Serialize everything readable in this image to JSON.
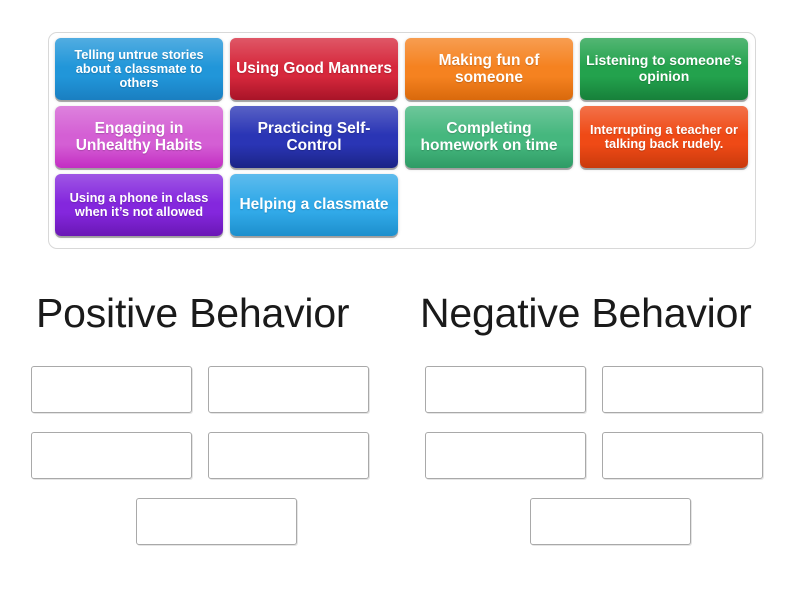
{
  "activity": {
    "type": "group-sort",
    "tray_label": "draggable-tiles-tray"
  },
  "tiles": [
    {
      "id": "tile-1",
      "text": "Telling untrue stories about a classmate to others",
      "color": "#2196d9",
      "color_bottom": "#1a7fc1",
      "size": "fs-13"
    },
    {
      "id": "tile-2",
      "text": "Using Good Manners",
      "color": "#d6283c",
      "color_bottom": "#a81428",
      "size": "fs-15"
    },
    {
      "id": "tile-3",
      "text": "Making fun of someone",
      "color": "#f58220",
      "color_bottom": "#d9690c",
      "size": "fs-15"
    },
    {
      "id": "tile-4",
      "text": "Listening to someone’s opinion",
      "color": "#23a24d",
      "color_bottom": "#17803a",
      "size": "fs-14"
    },
    {
      "id": "tile-5",
      "text": "Engaging in Unhealthy Habits",
      "color": "#d45fd4",
      "color_bottom": "#c32dc3",
      "size": "fs-15"
    },
    {
      "id": "tile-6",
      "text": "Practicing Self-Control",
      "color": "#2a35b5",
      "color_bottom": "#1b2486",
      "size": "fs-15"
    },
    {
      "id": "tile-7",
      "text": "Completing homework on time",
      "color": "#45b77e",
      "color_bottom": "#2f9b65",
      "size": "fs-15"
    },
    {
      "id": "tile-8",
      "text": "Interrupting a teacher or talking back rudely.",
      "color": "#ef4a16",
      "color_bottom": "#c93a0d",
      "size": "fs-13"
    },
    {
      "id": "tile-9",
      "text": "Using a phone in class when it’s not allowed",
      "color": "#8427dd",
      "color_bottom": "#6a17b5",
      "size": "fs-13"
    },
    {
      "id": "tile-10",
      "text": "Helping a classmate",
      "color": "#31a9e8",
      "color_bottom": "#1d8fcc",
      "size": "fs-15"
    }
  ],
  "categories": [
    {
      "id": "positive",
      "heading": "Positive Behavior",
      "dropzones": [
        {
          "id": "positive-slot-1",
          "value": ""
        },
        {
          "id": "positive-slot-2",
          "value": ""
        },
        {
          "id": "positive-slot-3",
          "value": ""
        },
        {
          "id": "positive-slot-4",
          "value": ""
        },
        {
          "id": "positive-slot-5",
          "value": ""
        }
      ]
    },
    {
      "id": "negative",
      "heading": "Negative Behavior",
      "dropzones": [
        {
          "id": "negative-slot-1",
          "value": ""
        },
        {
          "id": "negative-slot-2",
          "value": ""
        },
        {
          "id": "negative-slot-3",
          "value": ""
        },
        {
          "id": "negative-slot-4",
          "value": ""
        },
        {
          "id": "negative-slot-5",
          "value": ""
        }
      ]
    }
  ],
  "colors": {
    "page_background": "#ffffff",
    "tray_border": "#d8d8d8",
    "dropzone_border": "#a9a9a9",
    "heading_text": "#1a1a1a",
    "tile_text": "#ffffff"
  }
}
